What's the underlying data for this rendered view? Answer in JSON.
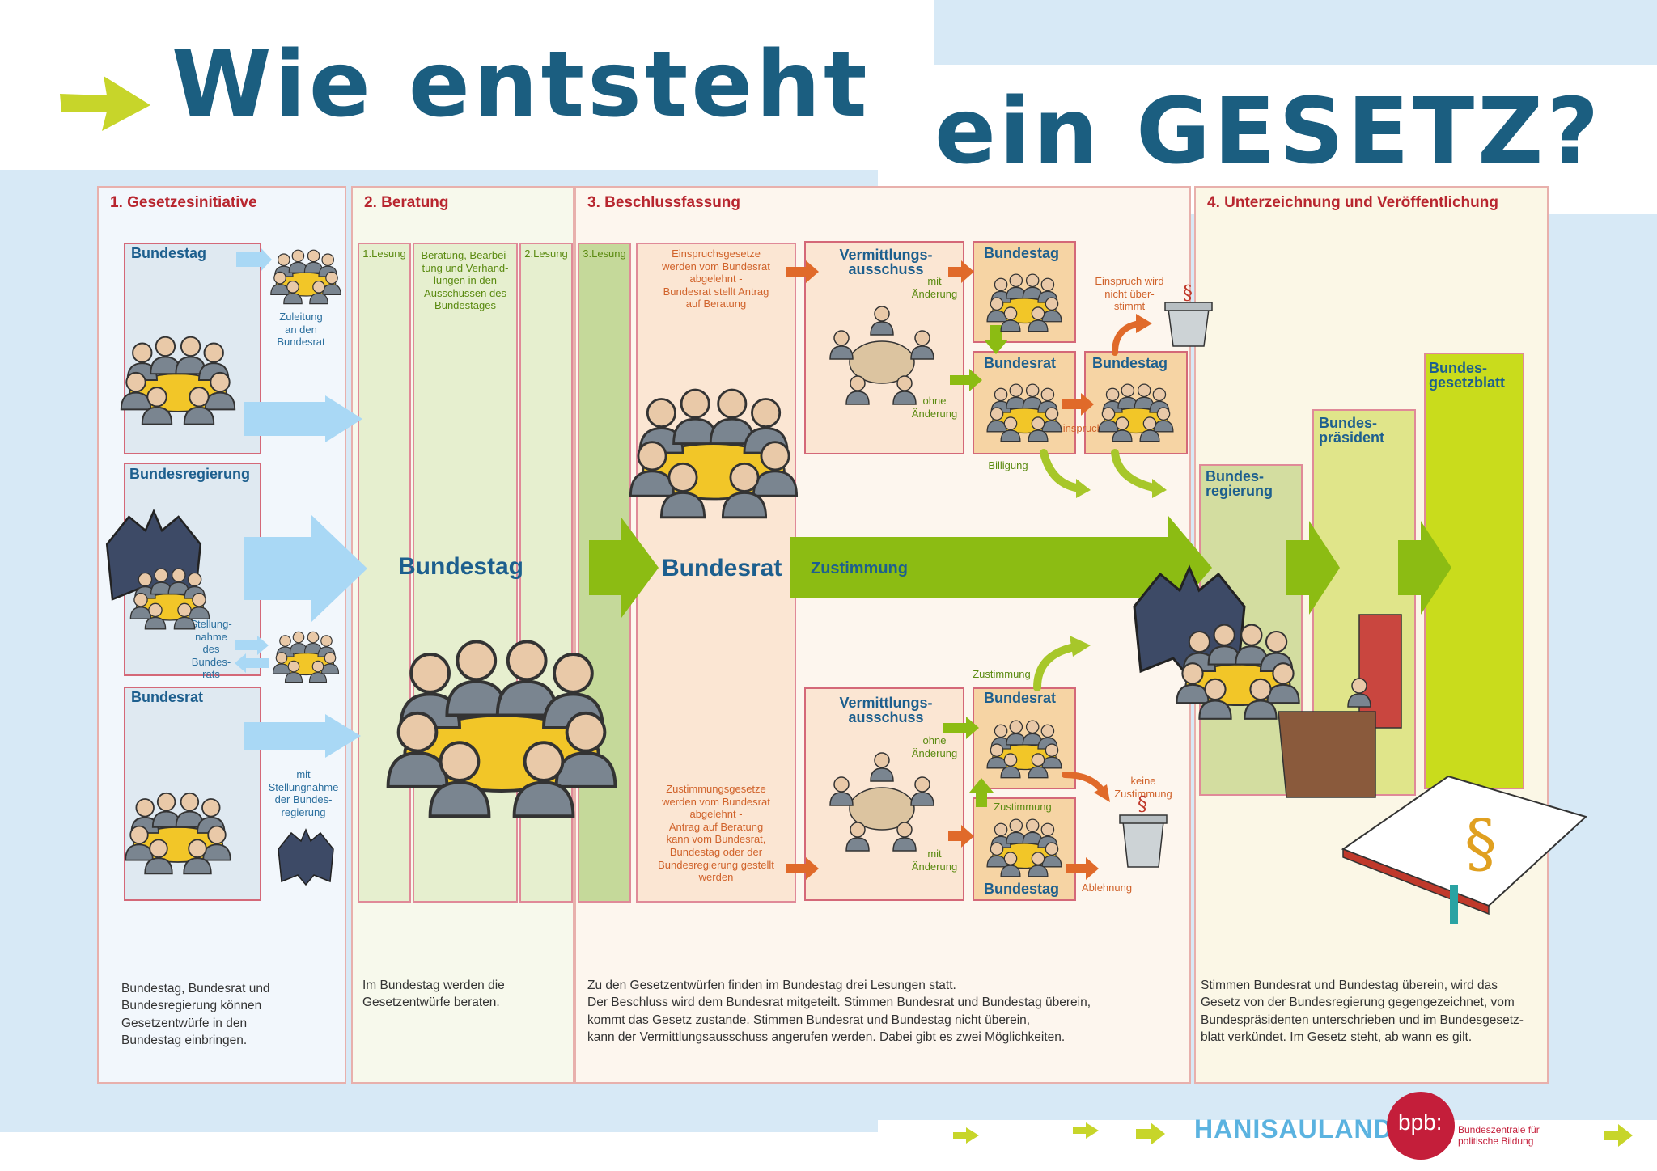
{
  "title": {
    "line1": "Wie entsteht",
    "line2": "ein GESETZ?"
  },
  "columns": [
    {
      "heading": "1. Gesetzesinitiative",
      "description": "Bundestag, Bundesrat und\nBundesregierung können\nGesetzentwürfe in den\nBundestag einbringen."
    },
    {
      "heading": "2. Beratung",
      "description": "Im Bundestag werden die\nGesetzentwürfe beraten."
    },
    {
      "heading": "3. Beschlussfassung",
      "description": "Zu den Gesetzentwürfen finden im Bundestag drei Lesungen statt.\nDer Beschluss wird dem Bundesrat mitgeteilt. Stimmen Bundesrat und Bundestag überein,\nkommt das Gesetz zustande. Stimmen Bundesrat und Bundestag nicht überein,\nkann der Vermittlungsausschuss angerufen werden. Dabei gibt es zwei Möglichkeiten."
    },
    {
      "heading": "4. Unterzeichnung und Veröffentlichung",
      "description": "Stimmen Bundesrat und Bundestag überein, wird das\nGesetz von der Bundesregierung gegengezeichnet, vom\nBundespräsidenten unterschrieben und im Bundesgesetz-\nblatt verkündet. Im Gesetz steht, ab wann es gilt."
    }
  ],
  "initiative": {
    "bundestag": "Bundestag",
    "bundesregierung": "Bundesregierung",
    "bundesrat": "Bundesrat",
    "zuleitung": "Zuleitung\nan den\nBundesrat",
    "stellungnahme": "Stellung-\nnahme\ndes\nBundes-\nrats",
    "mit_stellungnahme": "mit\nStellungnahme\nder Bundes-\nregierung"
  },
  "beratung": {
    "lesung1": "1.Lesung",
    "ausschuesse": "Beratung, Bearbei-\ntung und Verhand-\nlungen in den\nAusschüssen des\nBundestages",
    "lesung2": "2.Lesung",
    "lesung3": "3.Lesung",
    "bundestag_big": "Bundestag"
  },
  "beschluss": {
    "bundesrat_big": "Bundesrat",
    "zustimmung_big": "Zustimmung",
    "einspruchsgesetze": "Einspruchsgesetze\nwerden vom Bundesrat\nabgelehnt -\nBundesrat stellt Antrag\nauf Beratung",
    "zustimmungsgesetze": "Zustimmungsgesetze\nwerden vom Bundesrat\nabgelehnt -\nAntrag auf Beratung\nkann vom Bundesrat,\nBundestag oder der\nBundesregierung gestellt\nwerden",
    "vermittlung_top": "Vermittlungs-\nausschuss",
    "vermittlung_bottom": "Vermittlungs-\nausschuss",
    "mit_aenderung": "mit\nÄnderung",
    "ohne_aenderung": "ohne\nÄnderung",
    "ohne_aenderung2": "ohne\nÄnderung",
    "mit_aenderung2": "mit\nÄnderung",
    "bundestag_tr": "Bundestag",
    "bundesrat_mr": "Bundesrat",
    "bundestag_mr2": "Bundestag",
    "einspruch": "Einspruch",
    "billigung": "Billigung",
    "einspruch_nicht": "Einspruch wird\nnicht über-\nstimmt",
    "zustimmung_small": "Zustimmung",
    "bundesrat_lower": "Bundesrat",
    "zustimmung_lower": "Zustimmung",
    "bundestag_lower": "Bundestag",
    "keine_zustimmung": "keine\nZustimmung",
    "ablehnung": "Ablehnung"
  },
  "unterzeichnung": {
    "bundesregierung": "Bundes-\nregierung",
    "bundespraesident": "Bundes-\npräsident",
    "bundesgesetzblatt": "Bundes-\ngesetzblatt"
  },
  "footer": {
    "hanisauland": "HANISAULAND",
    "bpb_logo": "bpb:",
    "bpb_name": "Bundeszentrale für\npolitische Bildung"
  },
  "colors": {
    "title": "#1b5e80",
    "blue_arrow": "#a9d8f5",
    "green_arrow": "#8cbc13",
    "orange_arrow": "#e06a2a",
    "lime_box": "#c9dc1c",
    "heading_red": "#b8262f"
  },
  "icons": [
    "arrow-right-icon",
    "crowd-icon",
    "eagle-icon",
    "trash-bin-icon",
    "law-book-icon"
  ]
}
